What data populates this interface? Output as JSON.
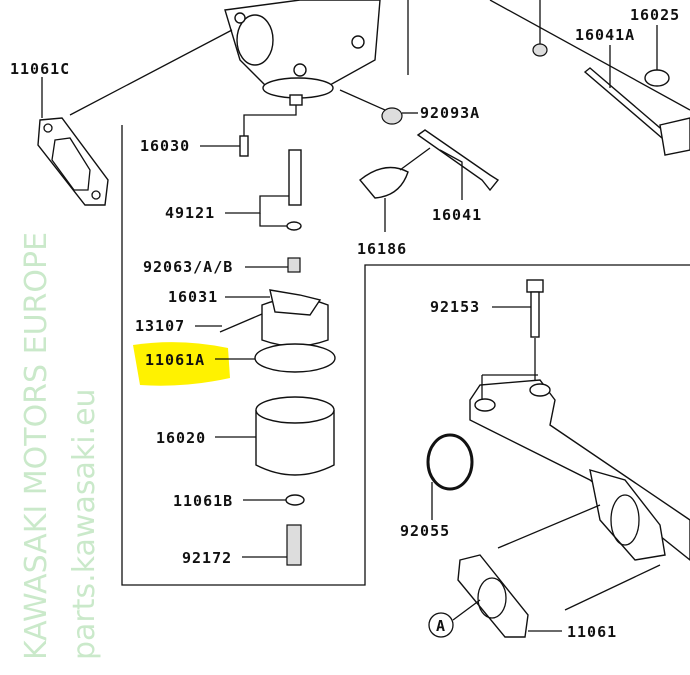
{
  "labels": {
    "p11061C": "11061C",
    "p16025": "16025",
    "p16041A": "16041A",
    "p92093A": "92093A",
    "p16030": "16030",
    "p49121": "49121",
    "p16041": "16041",
    "p16186": "16186",
    "p92063": "92063/A/B",
    "p16031": "16031",
    "p92153": "92153",
    "p13107": "13107",
    "p11061A": "11061A",
    "p16020": "16020",
    "p11061B": "11061B",
    "p92055": "92055",
    "p92172": "92172",
    "refA": "A",
    "p11061": "11061"
  },
  "highlight": {
    "part": "11061A",
    "color": "#fff200"
  },
  "watermark": {
    "line1": "KAWASAKI MOTORS EUROPE",
    "line2": "parts.kawasaki.eu"
  }
}
